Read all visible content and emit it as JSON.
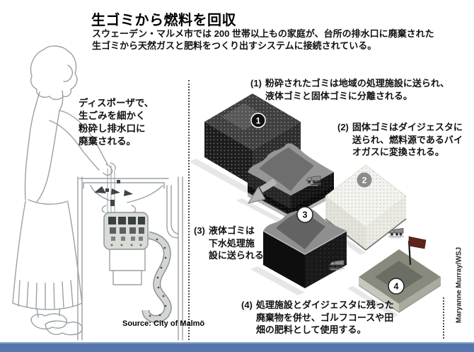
{
  "header": {
    "title": "生ゴミから燃料を回収",
    "subtitle": "スウェーデン・マルメ市では 200 世帯以上もの家庭が、台所の排水口に廃棄された\n生ゴミから天然ガスと肥料をつくり出すシステムに接続されている。"
  },
  "left_panel": {
    "caption": "ディスポーザで、\n生ごみを細かく\n粉砕し排水口に\n廃棄される。"
  },
  "steps": [
    {
      "badge": "1",
      "prefix": "(1)",
      "text": "粉砕されたゴミは地域の処理施設に送られ、\n液体ゴミと固体ゴミに分離される。"
    },
    {
      "badge": "2",
      "prefix": "(2)",
      "text": "固体ゴミはダイジェスタに\n送られ、燃料源であるバイ\nオガスに変換される。"
    },
    {
      "badge": "3",
      "prefix": "(3)",
      "text": "液体ゴミは\n下水処理施\n設に送られる"
    },
    {
      "badge": "4",
      "prefix": "(4)",
      "text": "処理施設とダイジェスタに残った\n廃棄物を併せ、ゴルフコースや田\n畑の肥料として使用する。"
    }
  ],
  "footer": {
    "source": "Source: City of Malmö",
    "credit": "Maryanne Murray/WSJ"
  },
  "colors": {
    "footer_bar": "#5577ae",
    "footer_bar_highlight": "#8ea9cd",
    "flag": "#5f241a",
    "block_dark": "#1e1e1e",
    "block_light": "#f3f3ef"
  }
}
